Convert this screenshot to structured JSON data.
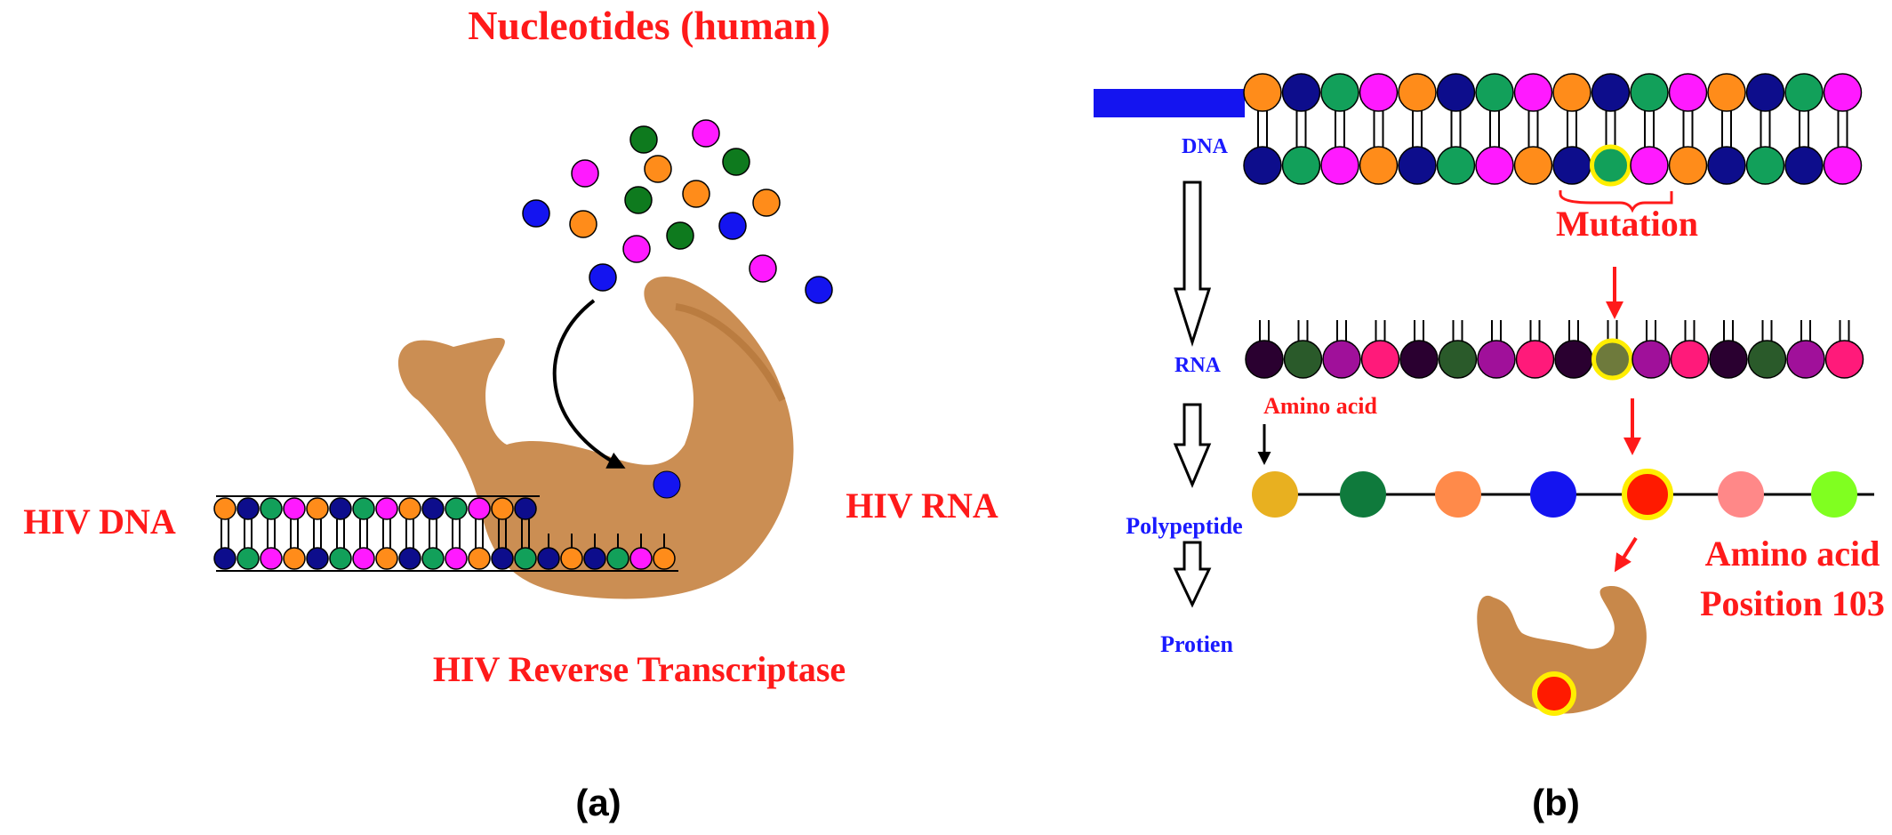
{
  "panel_a": {
    "title": "Nucleotides (human)",
    "hiv_dna_label": "HIV DNA",
    "hiv_rna_label": "HIV RNA",
    "enzyme_label": "HIV Reverse Transcriptase",
    "caption": "(a)"
  },
  "panel_b": {
    "dna_label": "DNA",
    "rna_label": "RNA",
    "polypeptide_label": "Polypeptide",
    "protein_label": "Protien",
    "mutation_label": "Mutation",
    "amino_acid_label": "Amino acid",
    "position_line1": "Amino acid",
    "position_line2": "Position 103",
    "caption": "(b)"
  },
  "colors": {
    "label_red": "#ff1a1a",
    "label_blue": "#1a1aff",
    "nuc_orange": "#ff8c1a",
    "nuc_navy": "#0d0d8c",
    "nuc_green": "#12a05a",
    "nuc_magenta": "#ff1aff",
    "nuc_blue": "#1414f0",
    "nuc_darkgreen": "#0e7a1e",
    "enzyme": "#c8884a",
    "highlight": "#ffee00",
    "mutant": "#ff1a00",
    "rna_purple": "#2a0030",
    "rna_darkgreen": "#2a5a2a",
    "rna_violet": "#a0109a",
    "rna_pink": "#ff1a7a",
    "rna_mutant": "#6e7a3c",
    "aa_gold": "#e8b020",
    "aa_green": "#0f7a3c",
    "aa_orange": "#ff8a4a",
    "aa_blue": "#1414f0",
    "aa_red": "#ff1a00",
    "aa_salmon": "#ff8888",
    "aa_lime": "#80ff20"
  }
}
